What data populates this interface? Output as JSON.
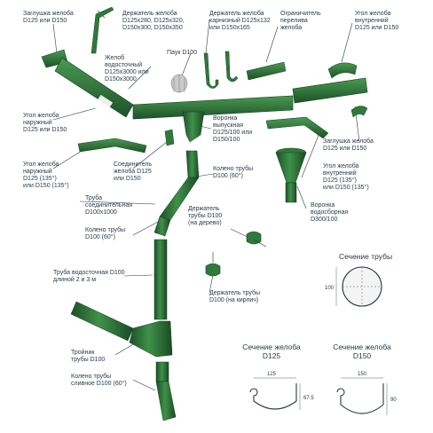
{
  "colors": {
    "green_dark": "#1f5a2c",
    "green": "#2f7a3a",
    "green_light": "#4f9a55",
    "leader": "#2b3a4a"
  },
  "labels": {
    "end_cap": "Заглушка желоба\nD125 или D150",
    "holder": "Держатель желоба\nD125x280, D125x320,\nD150x300, D150x350",
    "holder_fascia": "Держатель желоба\nкарнизный D125x132\nили D150x165",
    "overflow": "Ограничитель\nперелива\nжелоба",
    "inner_corner_top": "Угол желоба\nвнутренний\nD125 или D150",
    "spider": "Паук D100",
    "gutter": "Желоб\nводосточный\nD125x3000 или\nD150x3000",
    "outer_corner": "Угол желоба\nнаружный\nD125 или D150",
    "funnel": "Воронка\nвыпускная\nD125/100 или\nD150/100",
    "end_cap_right": "Заглушка желоба\nD125 или D150",
    "outer_corner_135": "Угол желоба\nнаружный\nD125 (135°)\nили D150 (135°)",
    "connector": "Соединитель\nжелоба D125\nили D150",
    "elbow_60_top": "Колено трубы\nD100 (60°)",
    "inner_corner_135": "Угол желоба\nвнутренний\nD125 (135°)\nили D150 (135°)",
    "pipe_connector": "Труба\nсоединительная\nD100x1000",
    "holder_wood": "Держатель\nтрубы D100\n(на дерево)",
    "collector": "Воронка\nводосборная\nD300/100",
    "elbow_60_mid": "Колено трубы\nD100 (60°)",
    "pipe_section_title": "Сечение трубы",
    "pipe_long": "Труба водосточная D100\nдлиной 2 и 3 м",
    "holder_brick": "Держатель трубы\nD100 (на кирпич)",
    "tee": "Тройник\nтрубы D100",
    "elbow_drain": "Колено трубы\nсливное D100 (60°)",
    "gutter_d125_title": "Сечение желоба\nD125",
    "gutter_d150_title": "Сечение желоба\nD150"
  },
  "dims": {
    "pipe_dia": "100",
    "d125_width": "125",
    "d125_depth": "67.5",
    "d150_width": "150",
    "d150_depth": "90"
  }
}
